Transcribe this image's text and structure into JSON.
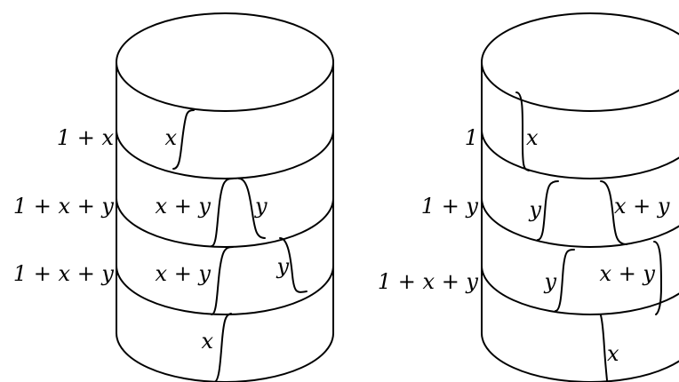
{
  "diagram": {
    "left_cylinder": {
      "side_labels": {
        "band1": "1 + x",
        "band2": "1 + x + y",
        "band3": "1 + x + y"
      },
      "curve_labels": {
        "band1_x": "x",
        "band2_xy": "x + y",
        "band2_y": "y",
        "band3_xy": "x + y",
        "band3_y": "y",
        "band4_x": "x"
      }
    },
    "right_cylinder": {
      "side_labels": {
        "band1": "1",
        "band2": "1 + y",
        "band3": "1 + x + y"
      },
      "curve_labels": {
        "band1_x": "x",
        "band2_y": "y",
        "band2_xy": "x + y",
        "band3_y": "y",
        "band3_xy": "x + y",
        "band4_x": "x"
      }
    }
  }
}
